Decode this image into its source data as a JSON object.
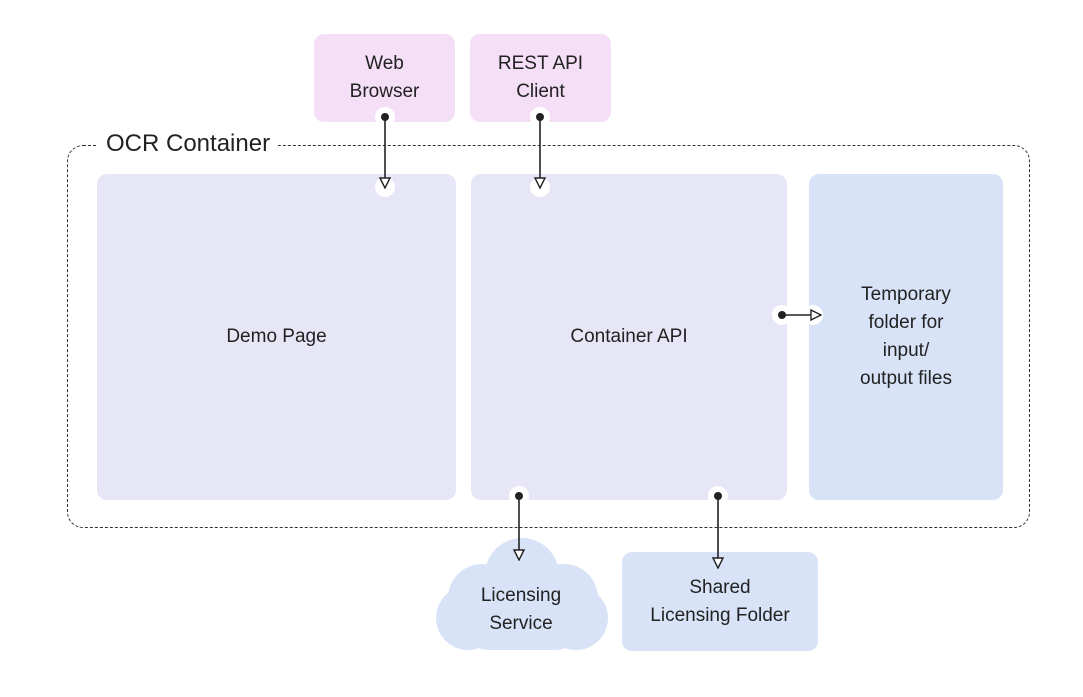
{
  "container": {
    "title": "OCR Container"
  },
  "clients": {
    "web_browser": "Web\nBrowser",
    "rest_api_client": "REST API\nClient"
  },
  "components": {
    "demo_page": "Demo Page",
    "container_api": "Container API",
    "temp_folder": "Temporary\nfolder for\ninput/\noutput files"
  },
  "external": {
    "licensing_service": "Licensing\nService",
    "shared_licensing_folder": "Shared\nLicensing Folder"
  },
  "colors": {
    "client_fill": "#f4dff7",
    "component_fill": "#e6e6f7",
    "storage_fill": "#d8e3f7",
    "cloud_fill": "#d8e3f7",
    "line": "#222222"
  }
}
